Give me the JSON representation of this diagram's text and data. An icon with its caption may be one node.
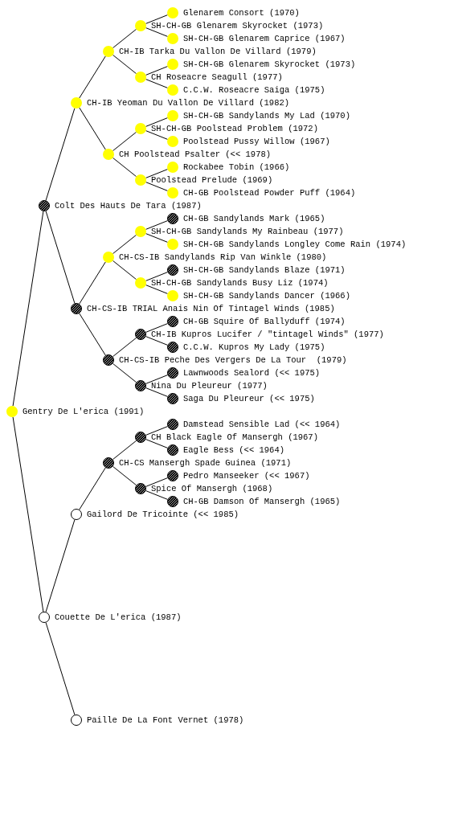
{
  "diagram": {
    "nodes": [
      {
        "text": [],
        "shape": "circle",
        "beside": [
          "Glenarem Consort (1970)"
        ]
      },
      {
        "text": [],
        "shape": "circle",
        "beside": [
          "SH-CH-GB Glenarem Skyrocket (1973)"
        ]
      },
      {
        "text": [],
        "shape": "circle",
        "beside": [
          "SH-CH-GB Glenarem Caprice (1967)"
        ]
      },
      {
        "text": [],
        "shape": "circle",
        "beside": [
          "CH-IB Tarka Du Vallon De Villard (1979)"
        ]
      },
      {
        "text": [],
        "shape": "circle",
        "beside": [
          "SH-CH-GB Glenarem Skyrocket (1973)"
        ]
      },
      {
        "text": [],
        "shape": "circle",
        "beside": [
          "CH Roseacre Seagull (1977)"
        ]
      },
      {
        "text": [],
        "shape": "circle",
        "beside": [
          "C.C.W. Roseacre Saiga (1975)"
        ]
      },
      {
        "text": [],
        "shape": "circle",
        "beside": [
          "CH-IB Yeoman Du Vallon De Villard (1982)"
        ]
      },
      {
        "text": [],
        "shape": "circle",
        "beside": [
          "SH-CH-GB Sandylands My Lad (1970)"
        ]
      },
      {
        "text": [],
        "shape": "circle",
        "beside": [
          "SH-CH-GB Poolstead Problem (1972)"
        ]
      },
      {
        "text": [],
        "shape": "circle",
        "beside": [
          "Poolstead Pussy Willow (1967)"
        ]
      },
      {
        "text": [],
        "shape": "circle",
        "beside": [
          "CH Poolstead Psalter (<< 1978)"
        ]
      },
      {
        "text": [],
        "shape": "circle",
        "beside": [
          "Rockabee Tobin (1966)"
        ]
      },
      {
        "text": [],
        "shape": "circle",
        "beside": [
          "Poolstead Prelude (1969)"
        ]
      },
      {
        "text": [],
        "shape": "circle",
        "beside": [
          "CH-GB Poolstead Powder Puff (1964)"
        ]
      },
      {
        "text": [],
        "shape": "circle",
        "beside": [
          "Colt Des Hauts De Tara (1987)"
        ]
      },
      {
        "text": [],
        "shape": "circle",
        "beside": [
          "CH-GB Sandylands Mark (1965)"
        ]
      },
      {
        "text": [],
        "shape": "circle",
        "beside": [
          "SH-CH-GB Sandylands My Rainbeau (1977)"
        ]
      },
      {
        "text": [],
        "shape": "circle",
        "beside": [
          "SH-CH-GB Sandylands Longley Come Rain (1974)"
        ]
      },
      {
        "text": [],
        "shape": "circle",
        "beside": [
          "CH-CS-IB Sandylands Rip Van Winkle (1980)"
        ]
      },
      {
        "text": [],
        "shape": "circle",
        "beside": [
          "SH-CH-GB Sandylands Blaze (1971)"
        ]
      },
      {
        "text": [],
        "shape": "circle",
        "beside": [
          "SH-CH-GB Sandylands Busy Liz (1974)"
        ]
      },
      {
        "text": [],
        "shape": "circle",
        "beside": [
          "SH-CH-GB Sandylands Dancer (1966)"
        ]
      },
      {
        "text": [],
        "shape": "circle",
        "beside": [
          "CH-CS-IB TRIAL Anais Nin Of Tintagel Winds (1985)"
        ]
      },
      {
        "text": [],
        "shape": "circle",
        "beside": [
          "CH-GB Squire Of Ballyduff (1974)"
        ]
      },
      {
        "text": [],
        "shape": "circle",
        "beside": [
          "CH-IB Kupros Lucifer / \"tintagel Winds\" (1977)"
        ]
      },
      {
        "text": [],
        "shape": "circle",
        "beside": [
          "C.C.W. Kupros My Lady (1975)"
        ]
      },
      {
        "text": [],
        "shape": "circle",
        "beside": [
          "CH-CS-IB Peche Des Vergers De La Tour  (1979)"
        ]
      },
      {
        "text": [],
        "shape": "circle",
        "beside": [
          "Lawnwoods Sealord (<< 1975)"
        ]
      },
      {
        "text": [],
        "shape": "circle",
        "beside": [
          "Nina Du Pleureur (1977)"
        ]
      },
      {
        "text": [],
        "shape": "circle",
        "beside": [
          "Saga Du Pleureur (<< 1975)"
        ]
      },
      {
        "text": [],
        "shape": "circle",
        "beside": [
          "Gentry De L'erica (1991)"
        ]
      },
      {
        "text": [],
        "shape": "circle",
        "beside": [
          "Damstead Sensible Lad (<< 1964)"
        ]
      },
      {
        "text": [],
        "shape": "circle",
        "beside": [
          "CH Black Eagle Of Mansergh (1967)"
        ]
      },
      {
        "text": [],
        "shape": "circle",
        "beside": [
          "Eagle Bess (<< 1964)"
        ]
      },
      {
        "text": [],
        "shape": "circle",
        "beside": [
          "CH-CS Mansergh Spade Guinea (1971)"
        ]
      },
      {
        "text": [],
        "shape": "circle",
        "beside": [
          "Pedro Manseeker (<< 1967)"
        ]
      },
      {
        "text": [],
        "shape": "circle",
        "beside": [
          "Spice Of Mansergh (1968)"
        ]
      },
      {
        "text": [],
        "shape": "circle",
        "beside": [
          "CH-GB Damson Of Mansergh (1965)"
        ]
      },
      {
        "text": [],
        "shape": "circle",
        "beside": [
          "Gailord De Tricointe (<< 1985)"
        ]
      },
      {
        "text": [],
        "shape": "circle",
        "beside": [
          "Couette De L'erica (1987)"
        ]
      },
      {
        "text": [],
        "shape": "circle",
        "beside": [
          "Paille De La Font Vernet (1978)"
        ]
      }
    ],
    "edges": [
      {
        "from": 31,
        "to": 15,
        "arrow": "none"
      },
      {
        "from": 15,
        "to": 7,
        "arrow": "none"
      },
      {
        "from": 7,
        "to": 3,
        "arrow": "none"
      },
      {
        "from": 3,
        "to": 1,
        "arrow": "none"
      },
      {
        "from": 1,
        "to": 0,
        "arrow": "none"
      },
      {
        "from": 1,
        "to": 2,
        "arrow": "none"
      },
      {
        "from": 3,
        "to": 5,
        "arrow": "none"
      },
      {
        "from": 5,
        "to": 4,
        "arrow": "none"
      },
      {
        "from": 5,
        "to": 6,
        "arrow": "none"
      },
      {
        "from": 7,
        "to": 11,
        "arrow": "none"
      },
      {
        "from": 11,
        "to": 9,
        "arrow": "none"
      },
      {
        "from": 9,
        "to": 8,
        "arrow": "none"
      },
      {
        "from": 9,
        "to": 10,
        "arrow": "none"
      },
      {
        "from": 11,
        "to": 13,
        "arrow": "none"
      },
      {
        "from": 13,
        "to": 12,
        "arrow": "none"
      },
      {
        "from": 13,
        "to": 14,
        "arrow": "none"
      },
      {
        "from": 15,
        "to": 23,
        "arrow": "none"
      },
      {
        "from": 23,
        "to": 19,
        "arrow": "none"
      },
      {
        "from": 19,
        "to": 17,
        "arrow": "none"
      },
      {
        "from": 17,
        "to": 16,
        "arrow": "none"
      },
      {
        "from": 17,
        "to": 18,
        "arrow": "none"
      },
      {
        "from": 19,
        "to": 21,
        "arrow": "none"
      },
      {
        "from": 21,
        "to": 20,
        "arrow": "none"
      },
      {
        "from": 21,
        "to": 22,
        "arrow": "none"
      },
      {
        "from": 23,
        "to": 27,
        "arrow": "none"
      },
      {
        "from": 27,
        "to": 25,
        "arrow": "none"
      },
      {
        "from": 25,
        "to": 24,
        "arrow": "none"
      },
      {
        "from": 25,
        "to": 26,
        "arrow": "none"
      },
      {
        "from": 27,
        "to": 29,
        "arrow": "none"
      },
      {
        "from": 29,
        "to": 28,
        "arrow": "none"
      },
      {
        "from": 29,
        "to": 30,
        "arrow": "none"
      },
      {
        "from": 31,
        "to": 40,
        "arrow": "none"
      },
      {
        "from": 40,
        "to": 39,
        "arrow": "none"
      },
      {
        "from": 39,
        "to": 35,
        "arrow": "none"
      },
      {
        "from": 35,
        "to": 33,
        "arrow": "none"
      },
      {
        "from": 33,
        "to": 32,
        "arrow": "none"
      },
      {
        "from": 33,
        "to": 34,
        "arrow": "none"
      },
      {
        "from": 35,
        "to": 37,
        "arrow": "none"
      },
      {
        "from": 37,
        "to": 36,
        "arrow": "none"
      },
      {
        "from": 37,
        "to": 38,
        "arrow": "none"
      },
      {
        "from": 40,
        "to": 41,
        "arrow": "none"
      }
    ]
  }
}
